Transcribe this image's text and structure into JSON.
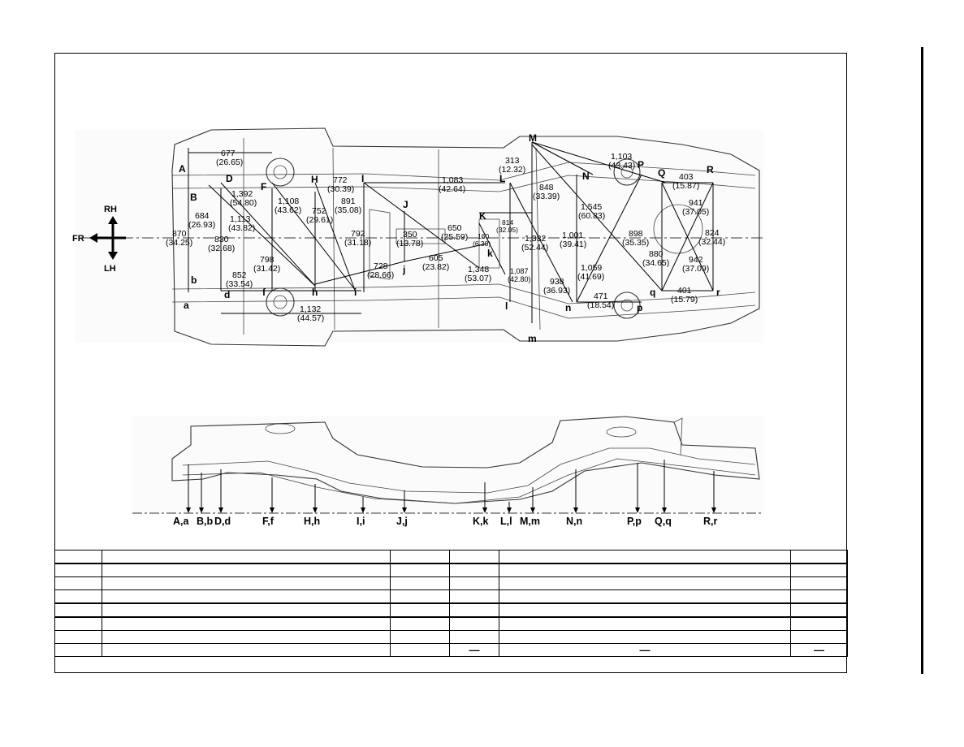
{
  "orientation": {
    "rh": "RH",
    "lh": "LH",
    "fr": "FR"
  },
  "top_view": {
    "upper_points": [
      "A",
      "D",
      "F",
      "H",
      "I",
      "L",
      "M",
      "N",
      "P",
      "Q",
      "R",
      "B",
      "J",
      "K"
    ],
    "lower_points": [
      "a",
      "b",
      "d",
      "f",
      "h",
      "i",
      "j",
      "k",
      "l",
      "m",
      "n",
      "p",
      "q",
      "r"
    ],
    "dimensions": [
      {
        "mm": "677",
        "in": "(26.65)"
      },
      {
        "mm": "1,392",
        "in": "(54.80)"
      },
      {
        "mm": "1,108",
        "in": "(43.62)"
      },
      {
        "mm": "772",
        "in": "(30.39)"
      },
      {
        "mm": "891",
        "in": "(35.08)"
      },
      {
        "mm": "752",
        "in": "(29.61)"
      },
      {
        "mm": "1,083",
        "in": "(42.64)"
      },
      {
        "mm": "313",
        "in": "(12.32)"
      },
      {
        "mm": "848",
        "in": "(33.39)"
      },
      {
        "mm": "1,103",
        "in": "(43.43)"
      },
      {
        "mm": "403",
        "in": "(15.87)"
      },
      {
        "mm": "941",
        "in": "(37.05)"
      },
      {
        "mm": "824",
        "in": "(32.44)"
      },
      {
        "mm": "684",
        "in": "(26.93)"
      },
      {
        "mm": "870",
        "in": "(34.25)"
      },
      {
        "mm": "830",
        "in": "(32.68)"
      },
      {
        "mm": "1,113",
        "in": "(43.82)"
      },
      {
        "mm": "798",
        "in": "(31.42)"
      },
      {
        "mm": "852",
        "in": "(33.54)"
      },
      {
        "mm": "792",
        "in": "(31.18)"
      },
      {
        "mm": "350",
        "in": "(13.78)"
      },
      {
        "mm": "650",
        "in": "(25.59)"
      },
      {
        "mm": "160",
        "in": "(6.30)"
      },
      {
        "mm": "814",
        "in": "(32.05)"
      },
      {
        "mm": "1,332",
        "in": "(52.44)"
      },
      {
        "mm": "1,001",
        "in": "(39.41)"
      },
      {
        "mm": "1,545",
        "in": "(60.83)"
      },
      {
        "mm": "898",
        "in": "(35.35)"
      },
      {
        "mm": "880",
        "in": "(34.65)"
      },
      {
        "mm": "942",
        "in": "(37.09)"
      },
      {
        "mm": "728",
        "in": "(28.66)"
      },
      {
        "mm": "605",
        "in": "(23.82)"
      },
      {
        "mm": "1,348",
        "in": "(53.07)"
      },
      {
        "mm": "1,087",
        "in": "(42.80)"
      },
      {
        "mm": "938",
        "in": "(36.93)"
      },
      {
        "mm": "1,059",
        "in": "(41.69)"
      },
      {
        "mm": "471",
        "in": "(18.54)"
      },
      {
        "mm": "401",
        "in": "(15.79)"
      },
      {
        "mm": "1,132",
        "in": "(44.57)"
      }
    ]
  },
  "side_view": {
    "labels": [
      "A,a",
      "B,b",
      "D,d",
      "F,f",
      "H,h",
      "I,i",
      "J,j",
      "K,k",
      "L,l",
      "M,m",
      "N,n",
      "P,p",
      "Q,q",
      "R,r"
    ]
  },
  "table": {
    "rows": [
      [
        "",
        "",
        "",
        "",
        "",
        ""
      ],
      [
        "",
        "",
        "",
        "",
        "",
        ""
      ],
      [
        "",
        "",
        "",
        "",
        "",
        ""
      ],
      [
        "",
        "",
        "",
        "",
        "",
        ""
      ],
      [
        "",
        "",
        "",
        "",
        "",
        ""
      ],
      [
        "",
        "",
        "",
        "",
        "",
        ""
      ],
      [
        "",
        "",
        "",
        "",
        "",
        ""
      ],
      [
        "",
        "",
        "",
        "—",
        "—",
        "—"
      ]
    ]
  }
}
